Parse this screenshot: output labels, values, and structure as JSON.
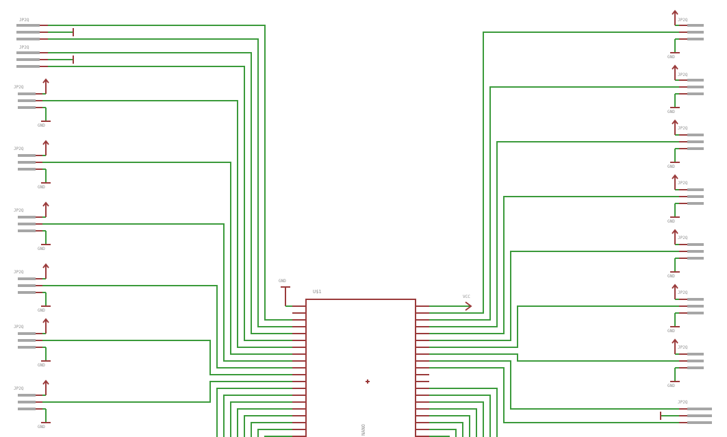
{
  "diagram": {
    "colors": {
      "wire": "#3a9a3a",
      "pin": "#9a3a3a",
      "pad": "#a6a6a6",
      "label": "#8f8f8f"
    },
    "chip": {
      "name": "U$1",
      "value": "NANO",
      "left_pin_count": 20,
      "right_pin_count": 20
    },
    "labels": {
      "gnd": "GND",
      "vcc": "VCC",
      "header": "JP2Q"
    },
    "icons": [
      "ground-symbol-icon",
      "vcc-arrow-icon"
    ]
  }
}
